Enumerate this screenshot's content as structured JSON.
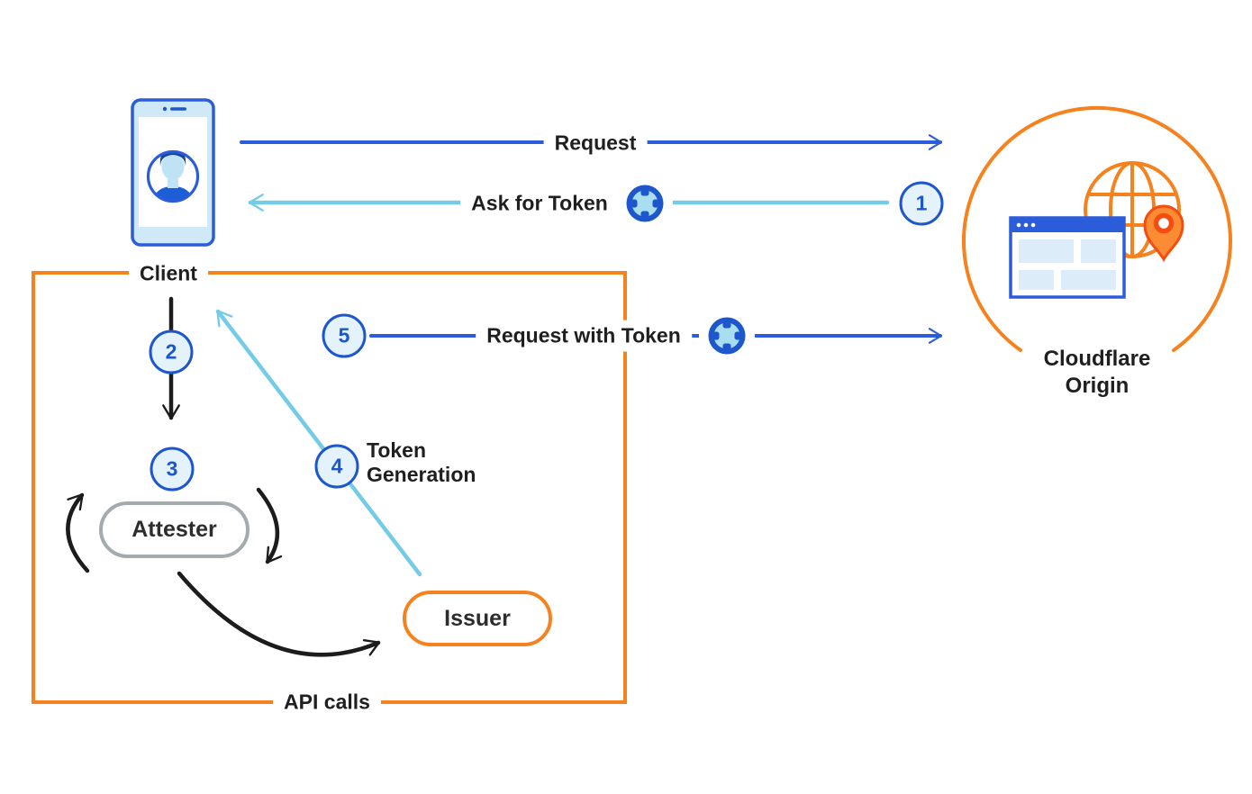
{
  "diagram": {
    "colors": {
      "blue": "#2b5cd9",
      "light_blue": "#74cbe8",
      "orange": "#f6821f",
      "black": "#1c1c1c",
      "text": "#1f1f1f",
      "badge_border": "#1d57cb",
      "badge_fill": "#e4f2fc",
      "gray": "#a3abae",
      "icon_fill_light": "#cfe9f8"
    },
    "nodes": {
      "client": {
        "label": "Client"
      },
      "attester": {
        "label": "Attester"
      },
      "issuer": {
        "label": "Issuer"
      },
      "cloudflare_origin": {
        "label": "Cloudflare\nOrigin"
      }
    },
    "steps": {
      "s1": "1",
      "s2": "2",
      "s3": "3",
      "s4": "4",
      "s5": "5"
    },
    "flows": {
      "request": "Request",
      "ask_for_token": "Ask for Token",
      "request_with_token": "Request with Token",
      "token_generation": "Token\nGeneration",
      "api_calls": "API calls"
    },
    "icons": {
      "client": "phone-user-icon",
      "token": "token-icon",
      "origin_globe": "globe-icon",
      "origin_window": "browser-window-icon",
      "origin_pin": "location-pin-icon"
    }
  }
}
